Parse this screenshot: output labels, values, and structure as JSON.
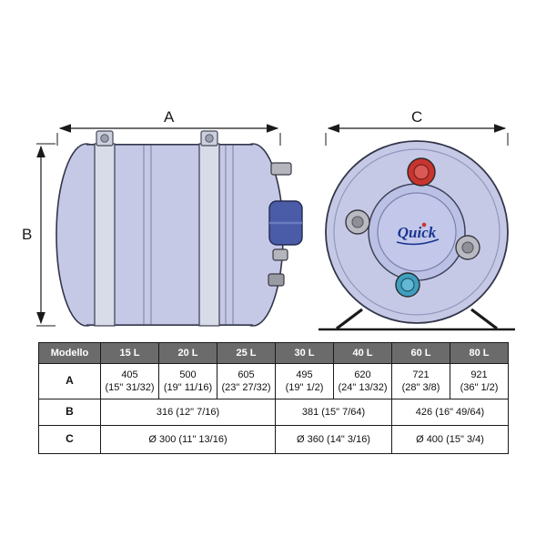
{
  "drawing": {
    "labels": {
      "a": "A",
      "b": "B",
      "c": "C"
    },
    "logo": "Quick",
    "colors": {
      "tank_body": "#c6c9e6",
      "tank_outline": "#33364a",
      "flange_blue": "#4a5ca8",
      "strap_gray": "#d8dbe8",
      "hot_cap_red": "#c9342e",
      "cold_cap_blue": "#3f9fc0",
      "fitting_gray": "#b5b5bd"
    }
  },
  "table": {
    "header": [
      "Modello",
      "15 L",
      "20 L",
      "25 L",
      "30 L",
      "40 L",
      "60 L",
      "80 L"
    ],
    "row_a": {
      "label": "A",
      "cells": [
        "405\n(15\" 31/32)",
        "500\n(19\" 11/16)",
        "605\n(23\" 27/32)",
        "495\n(19\" 1/2)",
        "620\n(24\" 13/32)",
        "721\n(28\" 3/8)",
        "921\n(36\" 1/2)"
      ]
    },
    "row_b": {
      "label": "B",
      "cells": [
        "316 (12\" 7/16)",
        "381 (15\" 7/64)",
        "426 (16\" 49/64)"
      ]
    },
    "row_c": {
      "label": "C",
      "cells": [
        "Ø 300 (11\" 13/16)",
        "Ø 360 (14\" 3/16)",
        "Ø 400 (15\" 3/4)"
      ]
    }
  }
}
